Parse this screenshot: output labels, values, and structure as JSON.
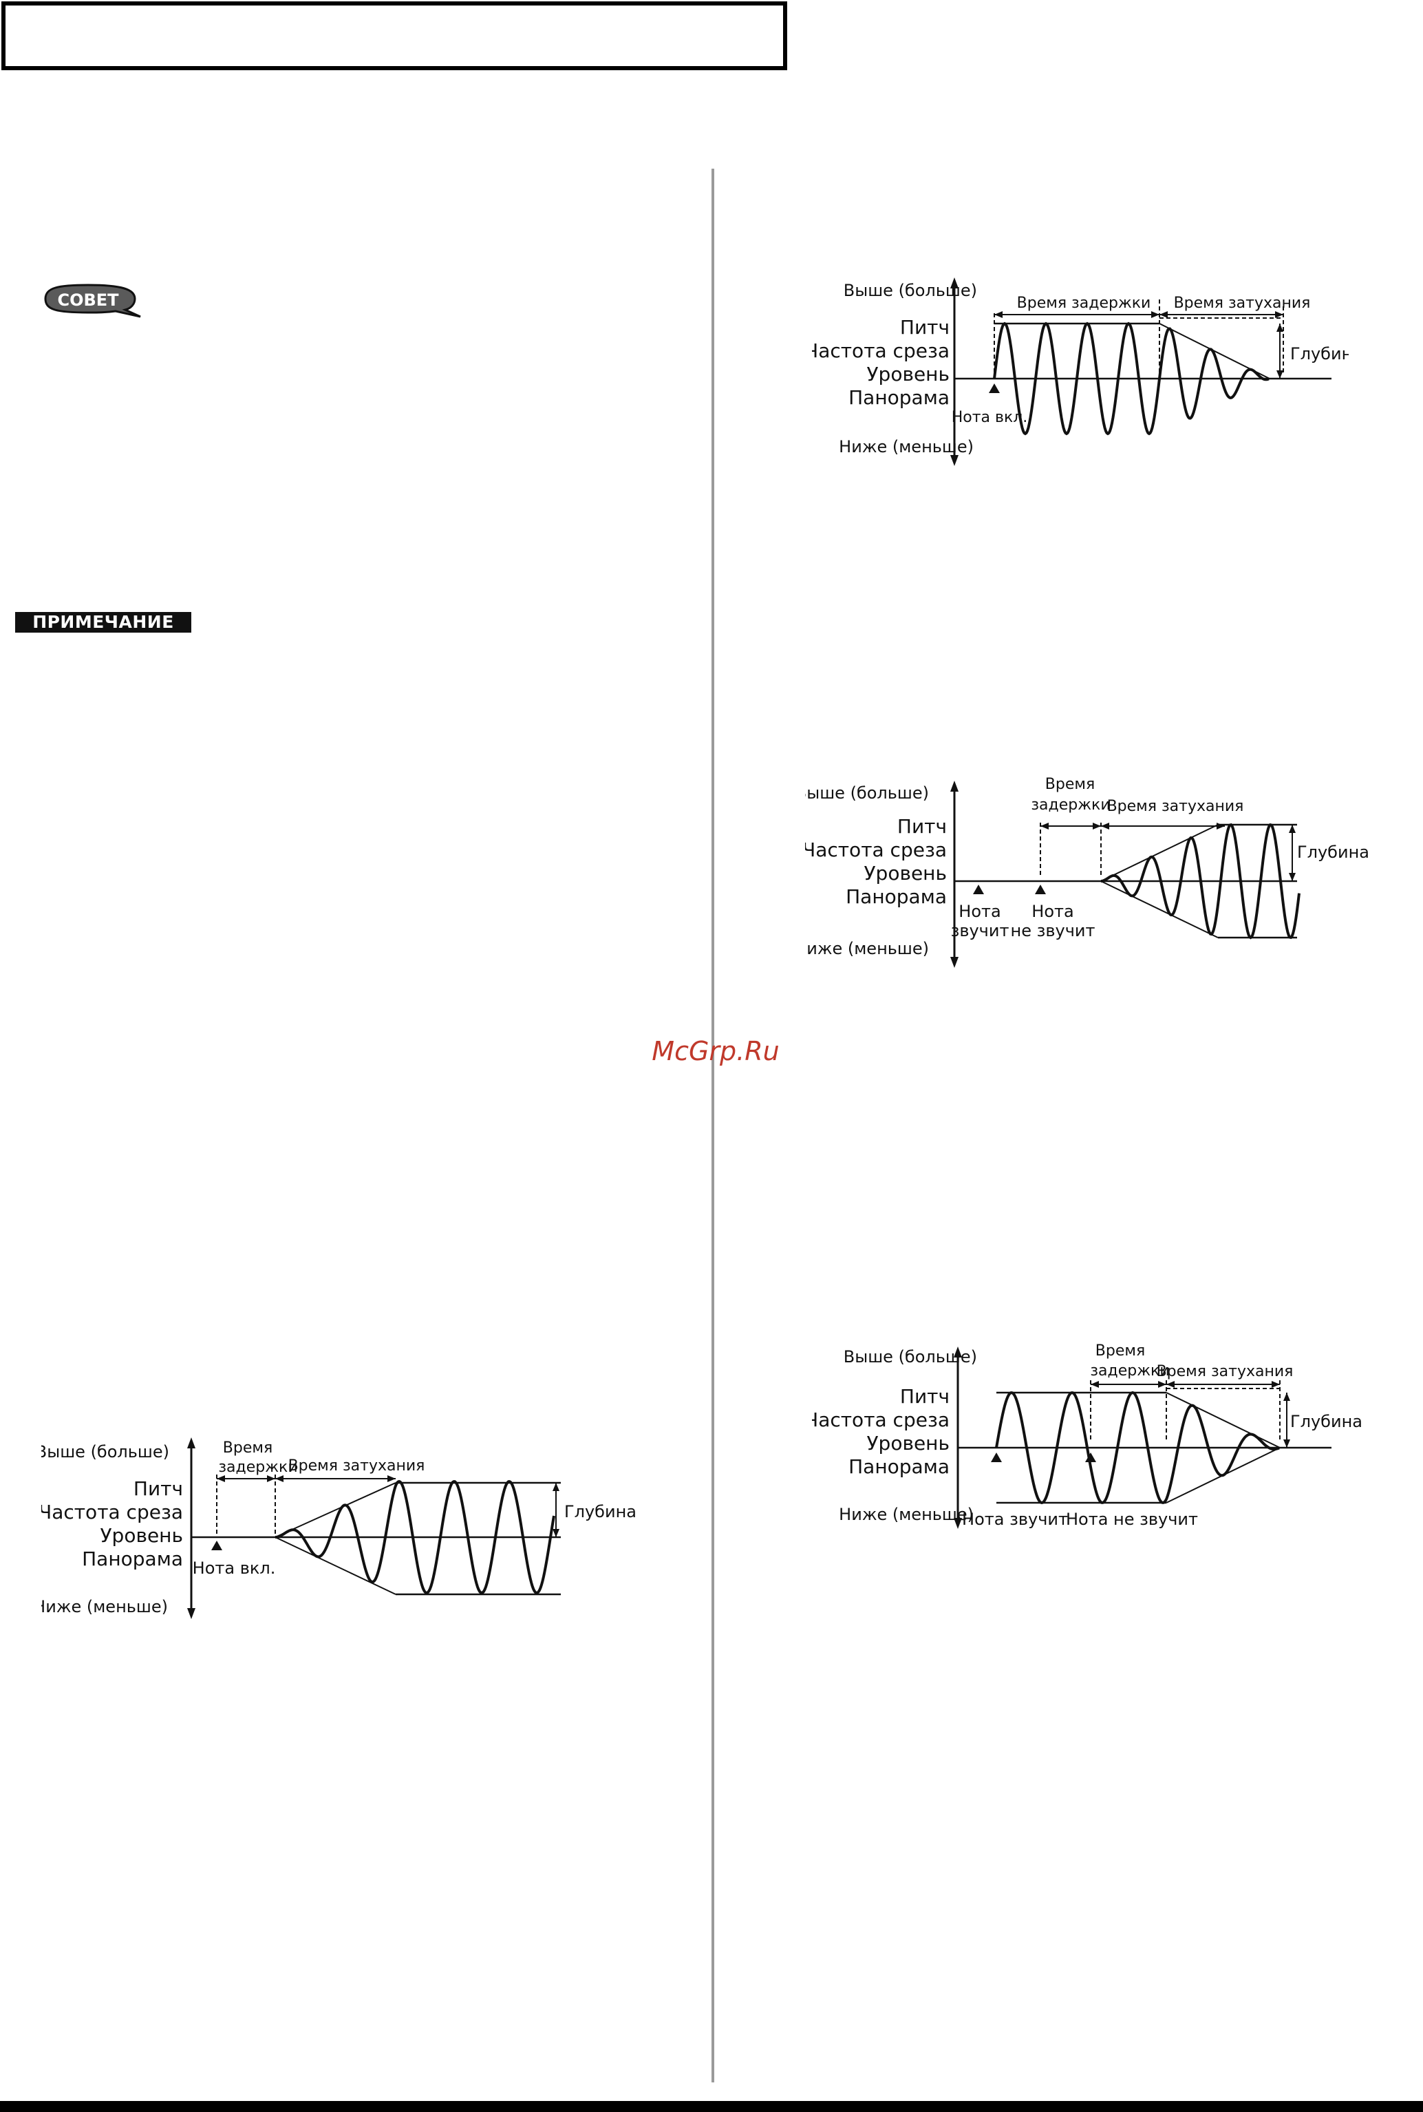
{
  "badges": {
    "tip": "СОВЕТ",
    "note": "ПРИМЕЧАНИЕ"
  },
  "watermark": "McGrp.Ru",
  "axis": {
    "higher": "Выше (больше)",
    "lower": "Ниже (меньше)",
    "pitch": "Питч",
    "cutoff": "Частота среза",
    "level": "Уровень",
    "pan": "Панорама"
  },
  "diagrams": {
    "d1": {
      "delay": "Время задержки",
      "fade": "Время затухания",
      "depth": "Глубина",
      "note_on": "Нота вкл."
    },
    "d2": {
      "delay_line1": "Время",
      "delay_line2": "задержки",
      "fade": "Время затухания",
      "depth": "Глубина",
      "note_sounds_1": "Нота",
      "note_sounds_2": "звучит",
      "note_off_1": "Нота",
      "note_off_2": "не звучит"
    },
    "d3": {
      "delay_line1": "Время",
      "delay_line2": "задержки",
      "fade": "Время затухания",
      "depth": "Глубина",
      "note_sounds": "Нота звучит",
      "note_off": "Нота не звучит"
    },
    "d4": {
      "delay_line1": "Время",
      "delay_line2": "задержки",
      "fade": "Время затухания",
      "depth": "Глубина",
      "note_on": "Нота вкл."
    }
  }
}
